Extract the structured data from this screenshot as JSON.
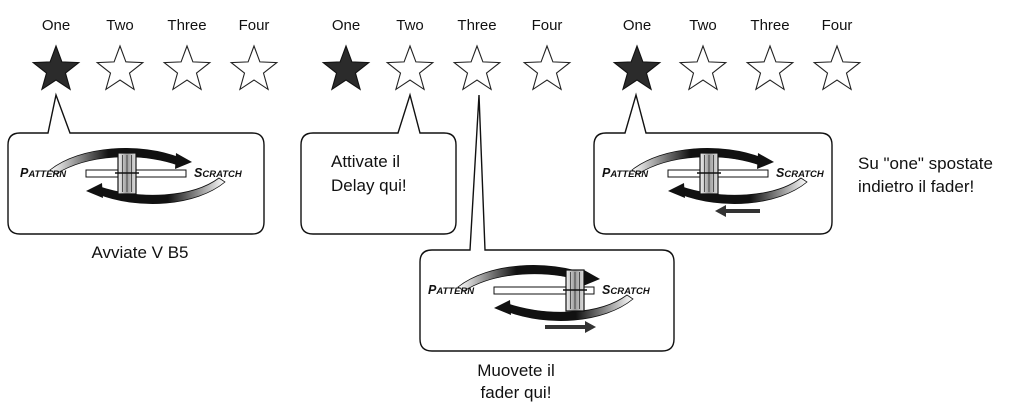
{
  "beat_labels": [
    "One",
    "Two",
    "Three",
    "Four"
  ],
  "groups": [
    {
      "active_beat": 1
    },
    {
      "active_beat": 1
    },
    {
      "active_beat": 1
    }
  ],
  "fader": {
    "left_label": "Pattern",
    "right_label": "Scratch"
  },
  "arrows": {
    "fader_2": "right",
    "fader_3": "left"
  },
  "captions": {
    "c1": "Avviate V B5",
    "c2_line1": "Attivate il",
    "c2_line2": "Delay qui!",
    "c3_line1": "Muovete il",
    "c3_line2": "fader qui!",
    "c4_line1": "Su \"one\" spostate",
    "c4_line2": "indietro il fader!"
  },
  "colors": {
    "filled_star": "#2b2b2b",
    "outline": "#111111"
  }
}
